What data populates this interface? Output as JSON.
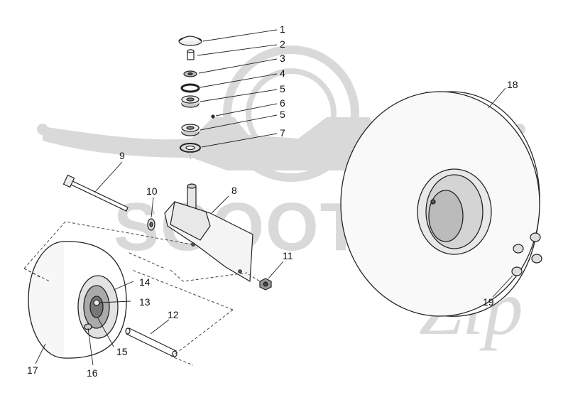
{
  "watermark": {
    "brand": "SCOOTER",
    "script": "Zip",
    "color": "#d9d9d9"
  },
  "callouts": [
    {
      "id": "c1",
      "label": "1"
    },
    {
      "id": "c2",
      "label": "2"
    },
    {
      "id": "c3",
      "label": "3"
    },
    {
      "id": "c4",
      "label": "4"
    },
    {
      "id": "c5a",
      "label": "5"
    },
    {
      "id": "c6",
      "label": "6"
    },
    {
      "id": "c5b",
      "label": "5"
    },
    {
      "id": "c7",
      "label": "7"
    },
    {
      "id": "c8",
      "label": "8"
    },
    {
      "id": "c9",
      "label": "9"
    },
    {
      "id": "c10",
      "label": "10"
    },
    {
      "id": "c11",
      "label": "11"
    },
    {
      "id": "c12",
      "label": "12"
    },
    {
      "id": "c13",
      "label": "13"
    },
    {
      "id": "c14",
      "label": "14"
    },
    {
      "id": "c15",
      "label": "15"
    },
    {
      "id": "c16",
      "label": "16"
    },
    {
      "id": "c17",
      "label": "17"
    },
    {
      "id": "c18",
      "label": "18"
    },
    {
      "id": "c19",
      "label": "19"
    }
  ]
}
